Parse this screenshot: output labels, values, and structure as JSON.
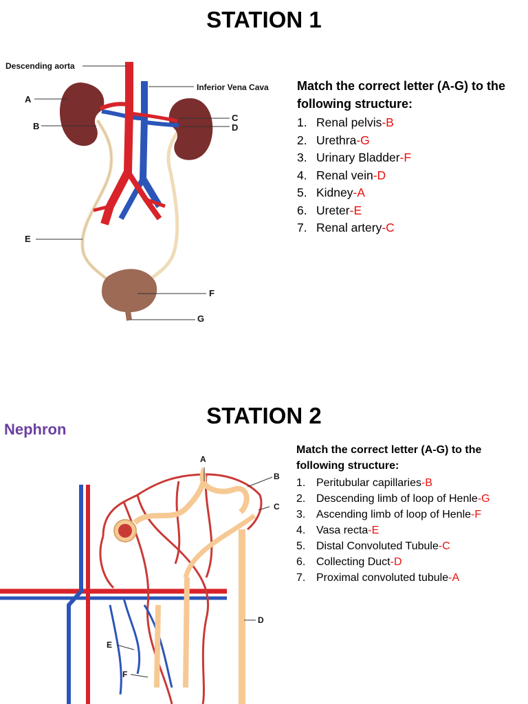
{
  "station1": {
    "title": "STATION 1",
    "prompt": "Match the correct letter (A-G) to the following structure:",
    "items": [
      {
        "num": "1.",
        "text": "Renal pelvis",
        "answer": "-B"
      },
      {
        "num": "2.",
        "text": "Urethra",
        "answer": "-G"
      },
      {
        "num": "3.",
        "text": "Urinary Bladder",
        "answer": "-F"
      },
      {
        "num": "4.",
        "text": "Renal vein",
        "answer": "-D"
      },
      {
        "num": "5.",
        "text": "Kidney",
        "answer": "-A"
      },
      {
        "num": "6.",
        "text": "Ureter",
        "answer": "-E"
      },
      {
        "num": "7.",
        "text": "Renal artery",
        "answer": "-C"
      }
    ],
    "diagram": {
      "label_aorta": "Descending aorta",
      "label_ivc": "Inferior Vena Cava",
      "label_a": "A",
      "label_b": "B",
      "label_c": "C",
      "label_d": "D",
      "label_e": "E",
      "label_f": "F",
      "label_g": "G"
    }
  },
  "station2": {
    "title": "STATION 2",
    "heading": "Nephron",
    "prompt": "Match the correct letter (A-G) to the following structure:",
    "items": [
      {
        "num": "1.",
        "text": "Peritubular capillaries",
        "answer": "-B"
      },
      {
        "num": "2.",
        "text": "Descending limb of loop of Henle",
        "answer": "-G"
      },
      {
        "num": "3.",
        "text": "Ascending limb of loop of Henle",
        "answer": "-F"
      },
      {
        "num": "4.",
        "text": "Vasa recta",
        "answer": "-E"
      },
      {
        "num": "5.",
        "text": "Distal Convoluted Tubule",
        "answer": "-C"
      },
      {
        "num": "6.",
        "text": "Collecting Duct",
        "answer": "-D"
      },
      {
        "num": "7.",
        "text": "Proximal convoluted tubule",
        "answer": "-A"
      }
    ],
    "diagram": {
      "label_a": "A",
      "label_b": "B",
      "label_c": "C",
      "label_d": "D",
      "label_e": "E",
      "label_f": "F"
    }
  },
  "colors": {
    "answer": "#e8100e",
    "artery": "#d8232a",
    "vein": "#2b55b8",
    "kidney": "#7a2e2e",
    "ureter": "#efdcb8",
    "bladder": "#9c6a55",
    "tubule": "#f6c994",
    "heading_purple": "#6b3fa0"
  }
}
